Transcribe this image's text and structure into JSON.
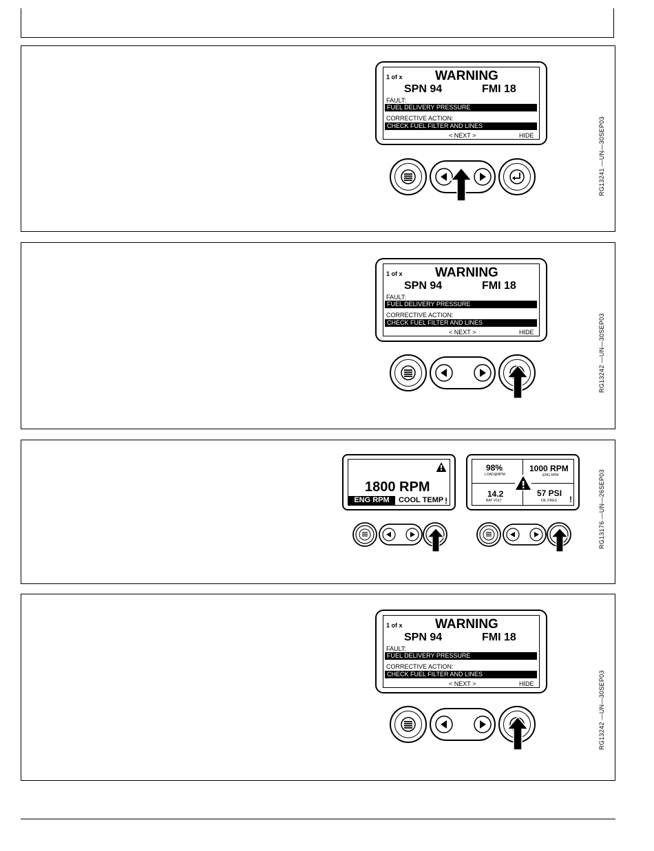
{
  "warning_display": {
    "page_indicator": "1 of x",
    "title": "WARNING",
    "spn": "SPN  94",
    "fmi": "FMI 18",
    "fault_label": "FAULT:",
    "fault_text": "FUEL DELIVERY PRESSURE",
    "corrective_label": "CORRECTIVE ACTION:",
    "corrective_text": "CHECK FUEL FILTER AND LINES",
    "next_label": "< NEXT >",
    "hide_label": "HIDE"
  },
  "single_display": {
    "value": "1800 RPM",
    "tab_selected": "ENG RPM",
    "tab_other": "COOL TEMP",
    "alert_mark": "!"
  },
  "quad_display": {
    "q1_value": "98%",
    "q1_label": "LOAD@RPM",
    "q2_value": "1000 RPM",
    "q2_label": "ENG RPM",
    "q3_value": "14.2",
    "q3_label": "BAT VOLT",
    "q4_value": "57 PSI",
    "q4_label": "OIL PRES",
    "alert_mark": "!"
  },
  "figure_labels": {
    "panel_1": "RG13241 —UN—30SEP03",
    "panel_2": "RG13242 —UN—30SEP03",
    "panel_3": "RG13176 —UN—26SEP03",
    "panel_4": "RG13242 —UN—30SEP03"
  },
  "icons": {
    "menu": "menu-icon",
    "left": "left-arrow-icon",
    "right": "right-arrow-icon",
    "enter": "enter-icon",
    "pointer": "pointing-arrow-icon",
    "warning": "warning-triangle-icon"
  }
}
